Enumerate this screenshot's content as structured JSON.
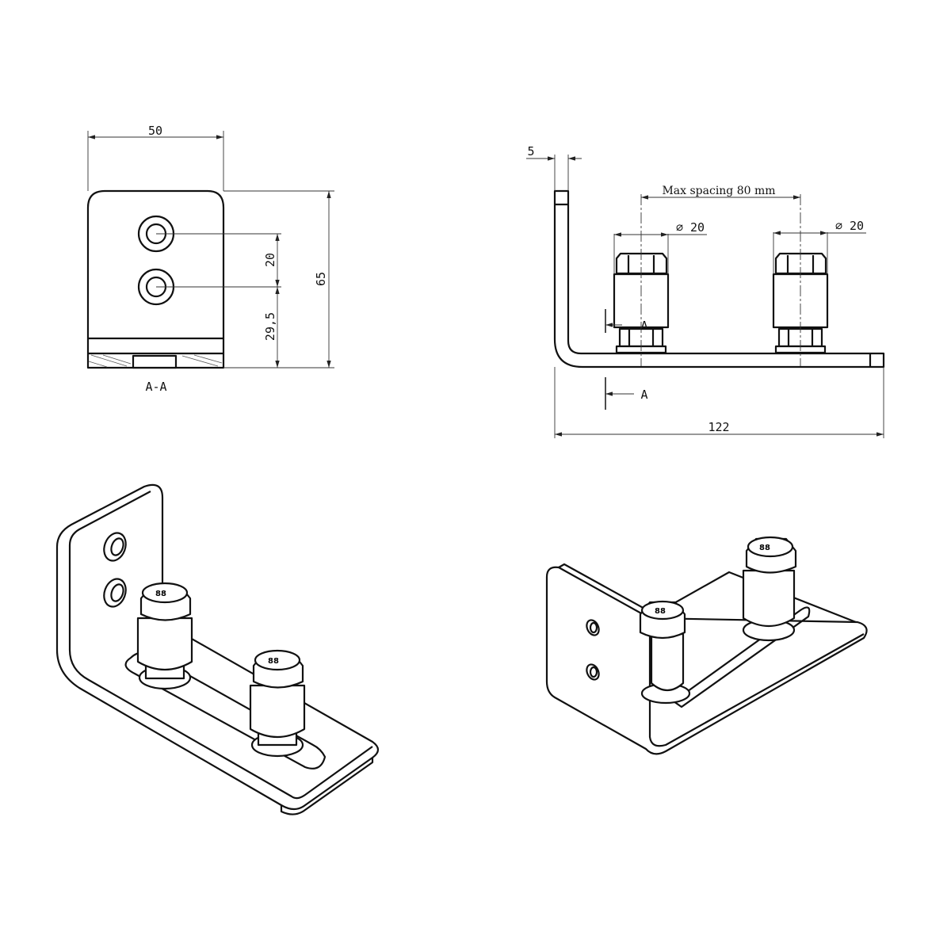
{
  "front_view": {
    "dim_width": "50",
    "dim_height": "65",
    "dim_hole_spacing": "20",
    "dim_hole_height": "29,5",
    "section_label": "A-A"
  },
  "side_view": {
    "dim_thickness": "5",
    "dim_spacing": "Max spacing 80 mm",
    "dim_roller_left": "⌀ 20",
    "dim_roller_right": "⌀ 20",
    "dim_length": "122",
    "section_marker_top": "A",
    "section_marker_bottom": "A"
  }
}
